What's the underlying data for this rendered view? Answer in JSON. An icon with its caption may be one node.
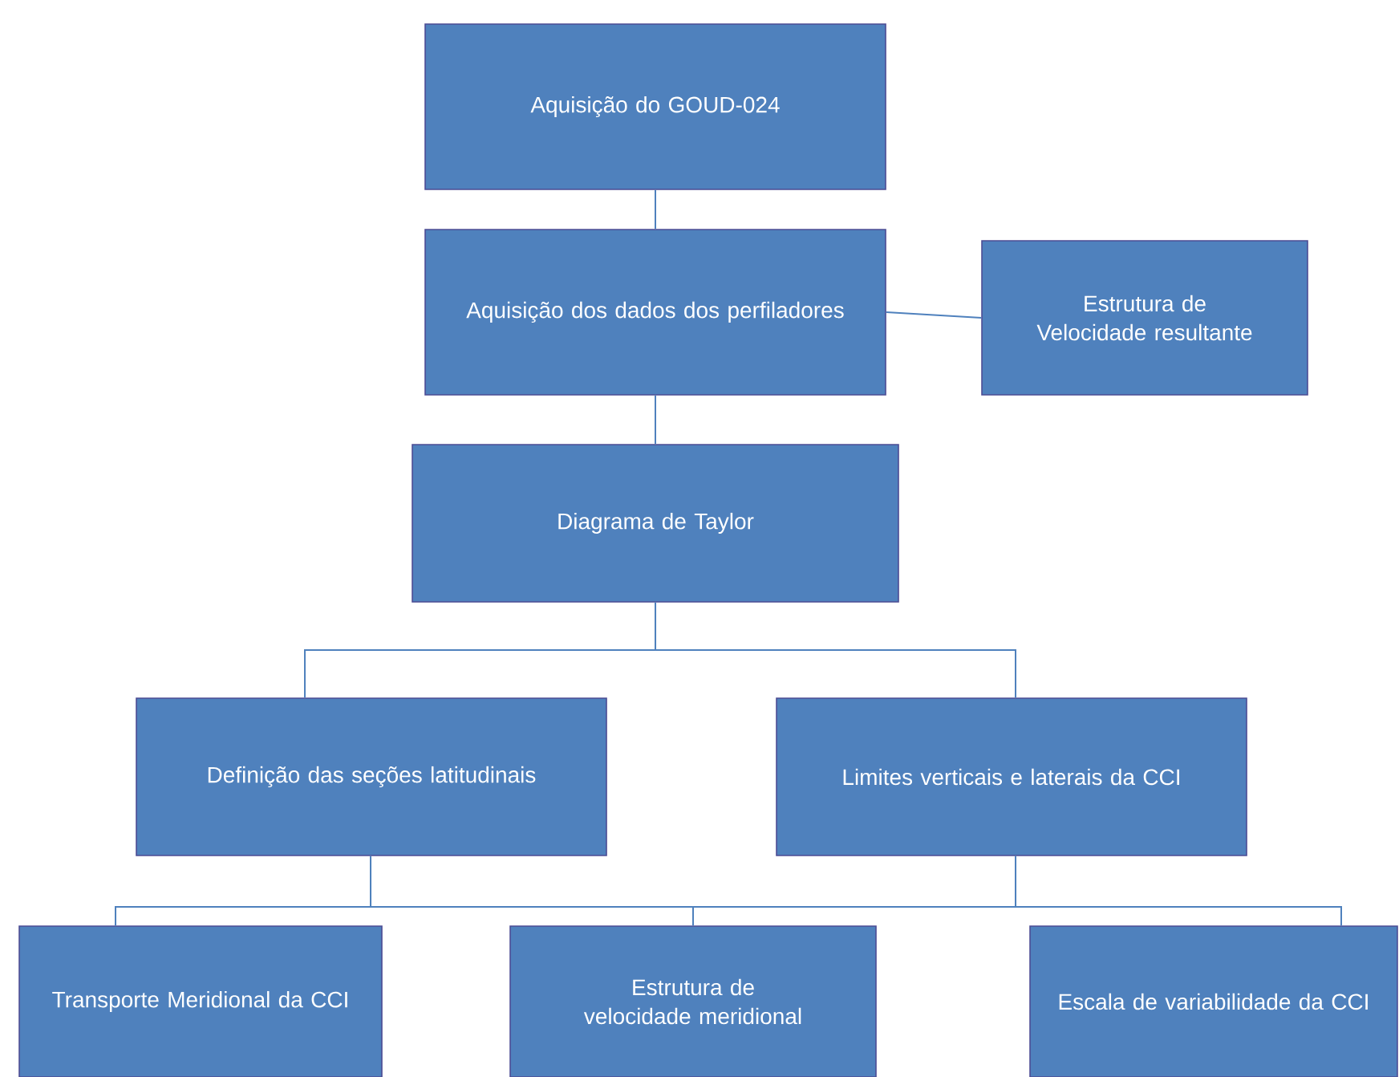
{
  "diagram": {
    "nodes": [
      {
        "text": [
          "Aquisição do GOUD-024"
        ]
      },
      {
        "text": [
          "Aquisição dos dados dos perfiladores"
        ]
      },
      {
        "text": [
          "Estrutura de Velocidade resultante"
        ]
      },
      {
        "text": [
          "Diagrama de Taylor"
        ]
      },
      {
        "text": [
          "Definição das seções latitudinais"
        ]
      },
      {
        "text": [
          "Limites verticais e laterais da CCI"
        ]
      },
      {
        "text": [
          "Transporte Meridional da CCI"
        ]
      },
      {
        "text": [
          "Estrutura de velocidade meridional"
        ]
      },
      {
        "text": [
          "Escala de variabilidade da CCI"
        ]
      }
    ],
    "edges": [
      {
        "from": 0,
        "to": 1,
        "arrow": "none"
      },
      {
        "from": 1,
        "to": 2,
        "arrow": "none"
      },
      {
        "from": 1,
        "to": 3,
        "arrow": "none"
      },
      {
        "from": 3,
        "to": 4,
        "arrow": "none"
      },
      {
        "from": 3,
        "to": 5,
        "arrow": "none"
      },
      {
        "from": 4,
        "to": 6,
        "arrow": "none"
      },
      {
        "from": 4,
        "to": 7,
        "arrow": "none"
      },
      {
        "from": 4,
        "to": 8,
        "arrow": "none"
      },
      {
        "from": 5,
        "to": 6,
        "arrow": "none"
      },
      {
        "from": 5,
        "to": 7,
        "arrow": "none"
      },
      {
        "from": 5,
        "to": 8,
        "arrow": "none"
      }
    ]
  }
}
